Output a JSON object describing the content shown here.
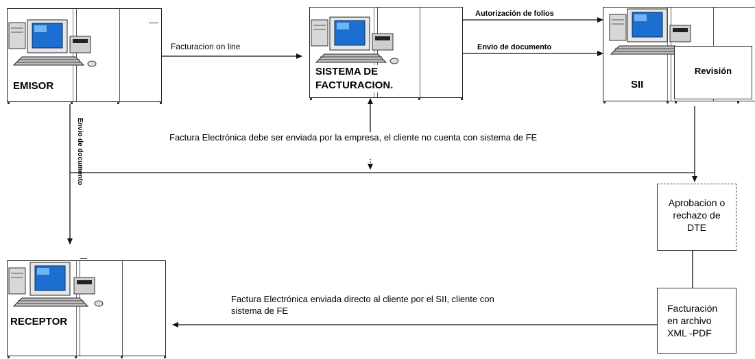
{
  "nodes": {
    "emisor": {
      "label": "EMISOR"
    },
    "sistema": {
      "label": "SISTEMA DE FACTURACION."
    },
    "sii": {
      "label": "SII",
      "sub_label": "Revisión"
    },
    "receptor": {
      "label": "RECEPTOR"
    },
    "aprobacion": {
      "label": "Aprobacion o rechazo de DTE"
    },
    "facturacion_archivo": {
      "label": "Facturación en archivo XML -PDF"
    }
  },
  "edges": {
    "facturacion_online": "Facturacion on line",
    "autorizacion_folios": "Autorización de folios",
    "envio_documento_sii": "Envio de documento",
    "envio_documento_receptor": "Envio de documento"
  },
  "notes": {
    "empresa": "Factura Electrónica debe ser enviada por la empresa, el cliente no cuenta con sistema de FE",
    "sii_directo_1": "Factura Electrónica enviada directo al cliente por el SII,  cliente con",
    "sii_directo_2": "sistema de FE"
  },
  "colors": {
    "screen": "#1c6fd1",
    "screen_light": "#6fb6f0",
    "case": "#d8d8d8",
    "line": "#111111"
  }
}
